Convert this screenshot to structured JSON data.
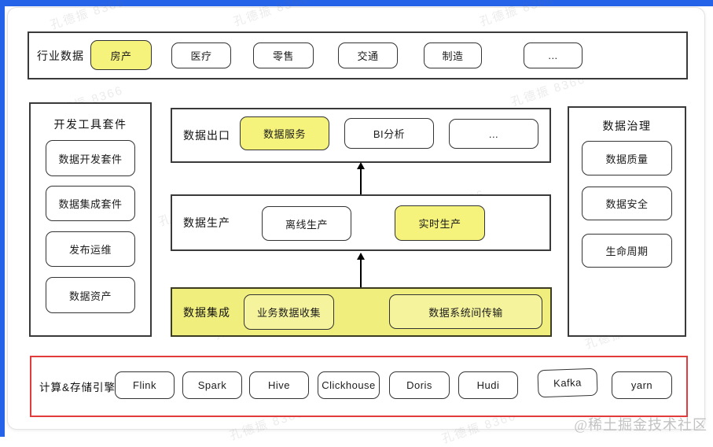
{
  "page": {
    "credit": "@稀土掘金技术社区",
    "diagonal_watermark": "孔德振 8366"
  },
  "colors": {
    "frame_blue": "#2563e9",
    "highlight_yellow": "#f5f37b",
    "integration_container_yellow": "#f0ee7d",
    "integration_inner_yellow": "#f5f49d",
    "engine_border_red": "#e23b3b",
    "box_border": "#333333"
  },
  "industry": {
    "label": "行业数据",
    "items": [
      {
        "label": "房产",
        "highlight": true
      },
      {
        "label": "医疗",
        "highlight": false
      },
      {
        "label": "零售",
        "highlight": false
      },
      {
        "label": "交通",
        "highlight": false
      },
      {
        "label": "制造",
        "highlight": false
      },
      {
        "label": "...",
        "highlight": false
      }
    ]
  },
  "dev_tools": {
    "title": "开发工具套件",
    "items": [
      {
        "label": "数据开发套件"
      },
      {
        "label": "数据集成套件"
      },
      {
        "label": "发布运维"
      },
      {
        "label": "数据资产"
      }
    ]
  },
  "governance": {
    "title": "数据治理",
    "items": [
      {
        "label": "数据质量"
      },
      {
        "label": "数据安全"
      },
      {
        "label": "生命周期"
      }
    ]
  },
  "data_export": {
    "label": "数据出口",
    "items": [
      {
        "label": "数据服务",
        "highlight": true
      },
      {
        "label": "BI分析",
        "highlight": false
      },
      {
        "label": "...",
        "highlight": false
      }
    ]
  },
  "data_production": {
    "label": "数据生产",
    "items": [
      {
        "label": "离线生产",
        "highlight": false
      },
      {
        "label": "实时生产",
        "highlight": true
      }
    ]
  },
  "data_integration": {
    "label": "数据集成",
    "items": [
      {
        "label": "业务数据收集"
      },
      {
        "label": "数据系统间传输"
      }
    ]
  },
  "engines": {
    "label": "计算&存储引擎",
    "items": [
      {
        "label": "Flink"
      },
      {
        "label": "Spark"
      },
      {
        "label": "Hive"
      },
      {
        "label": "Clickhouse"
      },
      {
        "label": "Doris"
      },
      {
        "label": "Hudi"
      },
      {
        "label": "Kafka"
      },
      {
        "label": "yarn"
      }
    ]
  }
}
